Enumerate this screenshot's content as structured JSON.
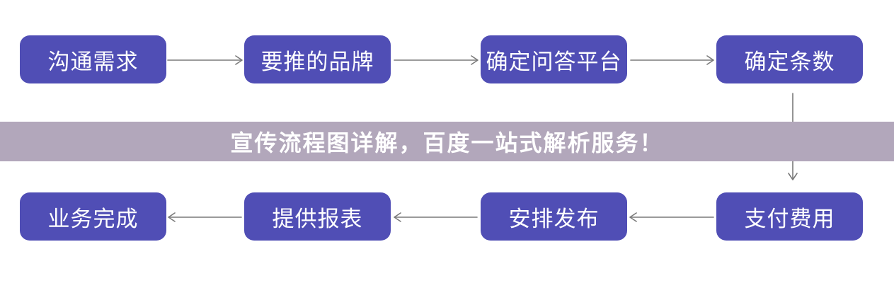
{
  "banner": {
    "text": "宣传流程图详解，百度一站式解析服务！"
  },
  "flow": {
    "top_row": [
      {
        "label": "沟通需求"
      },
      {
        "label": "要推的品牌"
      },
      {
        "label": "确定问答平台"
      },
      {
        "label": "确定条数"
      }
    ],
    "bottom_row": [
      {
        "label": "业务完成"
      },
      {
        "label": "提供报表"
      },
      {
        "label": "安排发布"
      },
      {
        "label": "支付费用"
      }
    ],
    "top_row_direction": "left-to-right",
    "bottom_row_direction": "right-to-left"
  },
  "colors": {
    "node_fill": "#504eb5",
    "node_text": "#ffffff",
    "banner_bg": "#b2a7bb",
    "banner_text": "#ffffff",
    "arrow": "#7a7a7a",
    "page_bg": "#ffffff"
  }
}
